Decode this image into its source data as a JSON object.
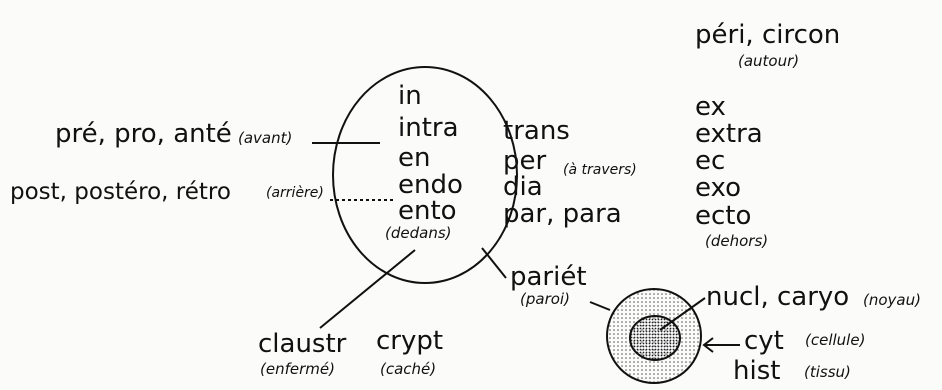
{
  "circle_prefixes": [
    "in",
    "intra",
    "en",
    "endo",
    "ento"
  ],
  "circle_meaning": "(dedans)",
  "before": {
    "prefixes": "pré, pro, anté",
    "meaning": "(avant)"
  },
  "behind": {
    "prefixes": "post, postéro, rétro",
    "meaning": "(arrière)"
  },
  "through": {
    "prefixes": [
      "trans",
      "per",
      "dia",
      "par, para"
    ],
    "meaning": "(à travers)"
  },
  "around": {
    "prefixes": "péri, circon",
    "meaning": "(autour)"
  },
  "outside": {
    "prefixes": [
      "ex",
      "extra",
      "ec",
      "exo",
      "ecto"
    ],
    "meaning": "(dehors)"
  },
  "wall": {
    "prefix": "pariét",
    "meaning": "(paroi)"
  },
  "enclosed": {
    "prefix": "claustr",
    "meaning": "(enfermé)"
  },
  "hidden": {
    "prefix": "crypt",
    "meaning": "(caché)"
  },
  "nucleus": {
    "prefixes": "nucl, caryo",
    "meaning": "(noyau)"
  },
  "cell": {
    "prefix": "cyt",
    "meaning": "(cellule)"
  },
  "tissue": {
    "prefix": "hist",
    "meaning": "(tissu)"
  }
}
